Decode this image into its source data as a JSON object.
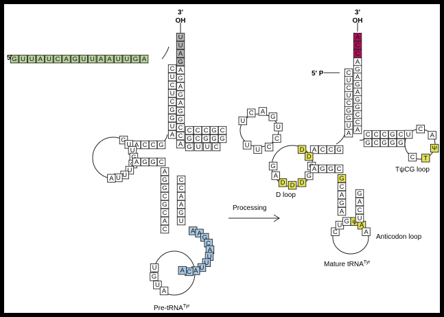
{
  "labels": {
    "pre_three_prime": "3'",
    "pre_oh": "OH",
    "pre_five_prime": "5'",
    "pre_name": "Pre-tRNA",
    "pre_name_sup": "Tyr",
    "mature_three_prime": "3'",
    "mature_oh": "OH",
    "mature_five_prime": "5' P",
    "mature_name": "Mature tRNA",
    "mature_name_sup": "Tyr",
    "processing": "Processing",
    "d_loop": "D loop",
    "tpsicg_loop": "TψCG loop",
    "anticodon_loop": "Anticodon loop"
  },
  "colors": {
    "background": "#ffffff",
    "frame": "#000000",
    "leader": "#b8d39c",
    "intron": "#a9c9e4",
    "trailer_gray": "#b4b4b4",
    "cca": "#b0105a",
    "modified": "#e4e457",
    "plain": "#ffffff"
  },
  "pre_trna": {
    "leader": "GUUAUCAGUUAAUUGA",
    "trailer": "U U A G",
    "acceptor_5p": "CUCUCGGUA",
    "acceptor_3p": "AGAGAGGCCA",
    "d_arm_5p": "GCCA",
    "d_loop": "GUUGGUUUA",
    "d_arm_3p": "AGGC",
    "anticodon_stem_5p": "AGGCGCAC",
    "anticodon_loop_pre": "UGUA",
    "intron": "AAGCAUUUACA",
    "anticodon_stem_3p": "UGAACC",
    "variable": "GUUC",
    "t_stem_5p": "CCCGC",
    "t_loop": "UCAGUCCUU",
    "t_stem_3p": "GGGCG"
  },
  "mature_trna": {
    "cca": "ACC",
    "acceptor_5p": "CUCUCGGUA",
    "acceptor_3p": "AGAGAGGCCA",
    "d_arm_5p": "GCCA",
    "d_loop": "DDGG DDDAG",
    "d_arm_3p": "AGGC",
    "anticodon_stem_5p": "GCAGA",
    "anticodon_loop": "CUGψAA",
    "anticodon_stem_3p": "UCAG",
    "t_stem_5p": "CCCGC",
    "t_loop": "UCAΨTC",
    "t_stem_3p": "GGGCG"
  }
}
